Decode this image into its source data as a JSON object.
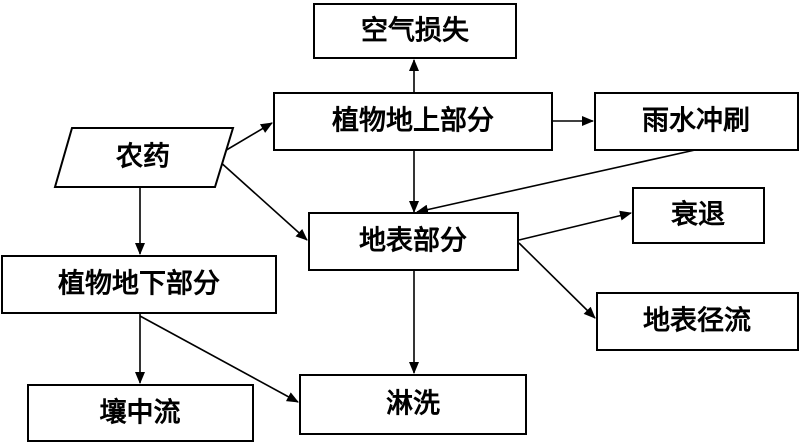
{
  "nodes": {
    "pesticide": "农药",
    "aboveground": "植物地上部分",
    "air_loss": "空气损失",
    "rain_wash": "雨水冲刷",
    "surface": "地表部分",
    "decline": "衰退",
    "runoff": "地表径流",
    "underground": "植物地下部分",
    "soil_flow": "壤中流",
    "leaching": "淋洗"
  }
}
